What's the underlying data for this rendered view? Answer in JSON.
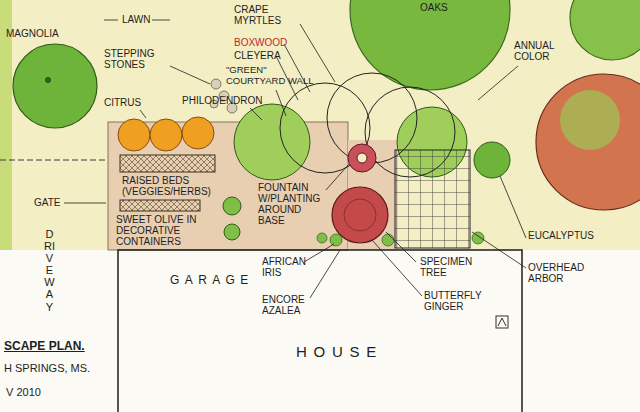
{
  "diagram": {
    "labels": [
      "MAGNOLIA",
      "LAWN",
      "CRAPE MYRTLES",
      "BOXWOOD",
      "CLEYERA",
      "\"GREEN\" COURTYARD WALL",
      "OAKS",
      "STEPPING STONES",
      "CITRUS",
      "PHILODENDRON",
      "ANNUAL COLOR",
      "GATE",
      "RAISED BEDS (VEGGIES/HERBS)",
      "FOUNTAIN W/PLANTING AROUND BASE",
      "SWEET OLIVE IN DECORATIVE CONTAINERS",
      "AFRICAN IRIS",
      "ENCORE AZALEA",
      "GARAGE",
      "HOUSE",
      "SPECIMEN TREE",
      "BUTTERFLY GINGER",
      "EUCALYPTUS",
      "OVERHEAD ARBOR",
      "DRIVEWAY",
      "SCAPE PLAN.",
      "H SPRINGS, MS.",
      "V 2010"
    ]
  }
}
